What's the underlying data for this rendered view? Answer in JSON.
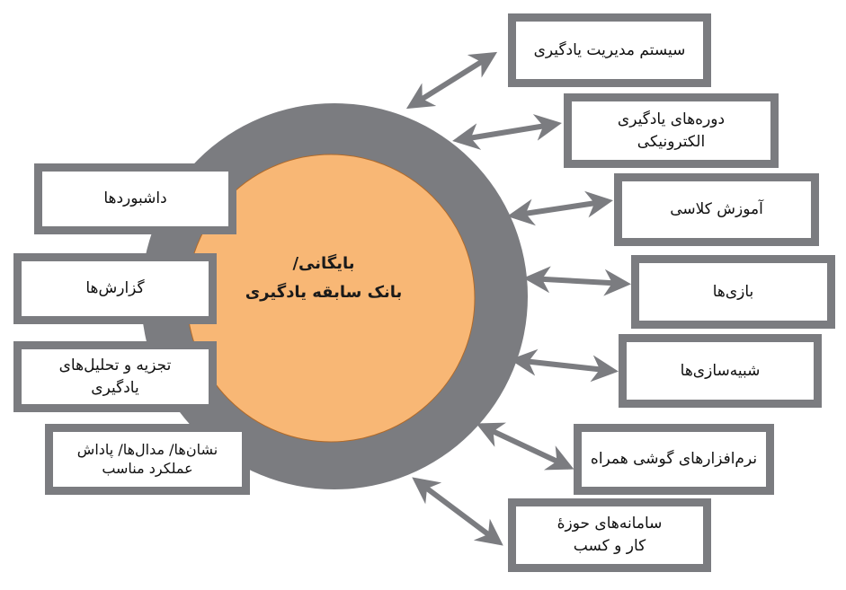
{
  "colors": {
    "ring": "#7b7c80",
    "core": "#f8b775",
    "core_edge": "#b06a2a",
    "box_border": "#7b7c80",
    "arrow": "#7b7c80",
    "text": "#111111"
  },
  "center": {
    "line1": "بایگانی/",
    "line2": "بانک سابقه یادگیری"
  },
  "inputs_right": [
    {
      "label": "سیستم مدیریت یادگیری"
    },
    {
      "label": "دوره‌های یادگیری الکترونیکی"
    },
    {
      "label": "آموزش کلاسی"
    },
    {
      "label": "بازی‌ها"
    },
    {
      "label": "شبیه‌سازی‌ها"
    },
    {
      "label": "نرم‌افزارهای گوشی همراه"
    },
    {
      "label": "سامانه‌های حوزۀ کار و کسب"
    }
  ],
  "outputs_left": [
    {
      "label": "داشبوردها"
    },
    {
      "label": "گزارش‌ها"
    },
    {
      "label": "تجزیه و تحلیل‌های یادگیری"
    },
    {
      "label": "نشان‌ها/ مدال‌ها/ پاداش عملکرد مناسب"
    }
  ]
}
